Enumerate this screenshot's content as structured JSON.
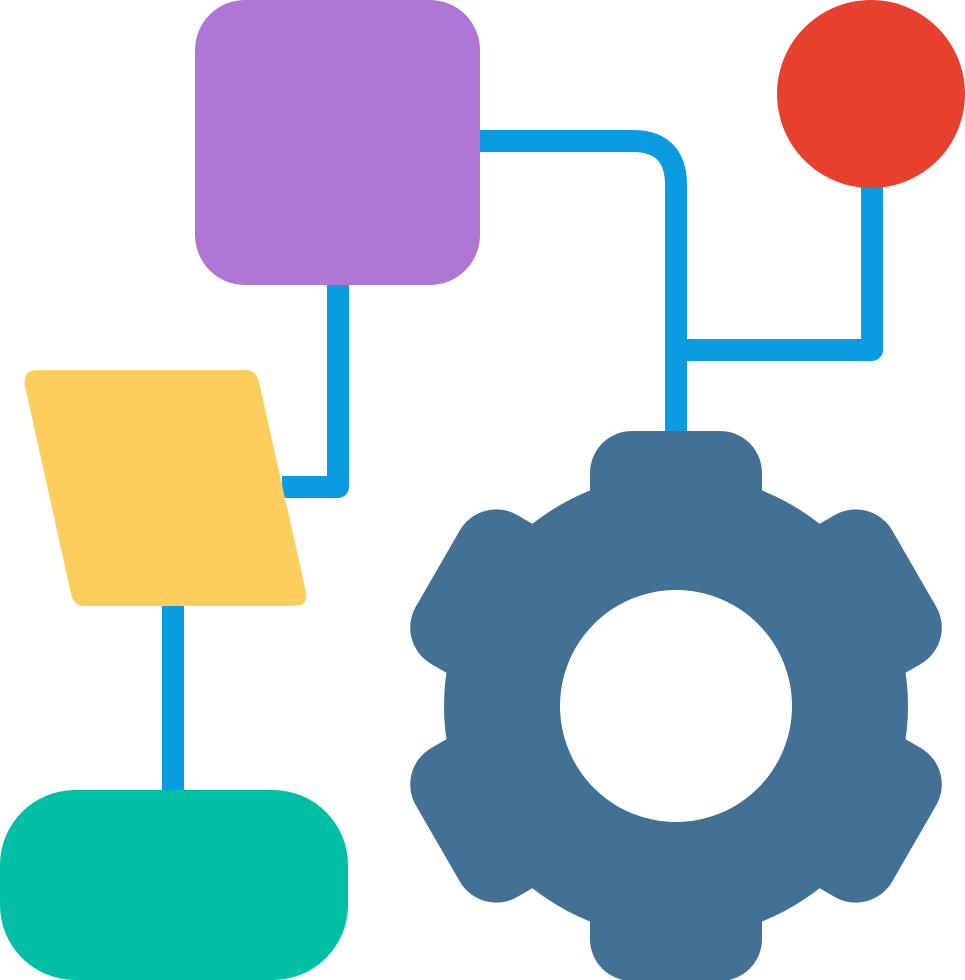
{
  "diagram": {
    "icon": "workflow-gear-icon",
    "nodes": [
      {
        "id": "process-square",
        "shape": "rounded-square",
        "color": "#B076D6"
      },
      {
        "id": "terminal-circle",
        "shape": "circle",
        "color": "#E8402F"
      },
      {
        "id": "input-parallelogram",
        "shape": "parallelogram",
        "color": "#FDCD5D"
      },
      {
        "id": "terminator-pill",
        "shape": "pill",
        "color": "#00BFA5"
      },
      {
        "id": "settings-gear",
        "shape": "gear",
        "color": "#437195"
      }
    ],
    "connector_color": "#0A9BE0",
    "gear_hole_color": "#FFFFFF"
  }
}
